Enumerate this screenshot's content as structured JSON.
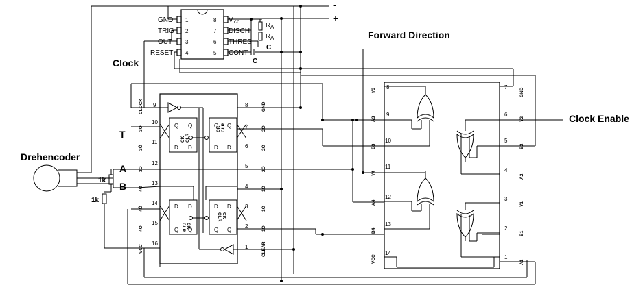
{
  "labels": {
    "minus": "-",
    "plus": "+",
    "clock": "Clock",
    "forward": "Forward Direction",
    "clock_enable": "Clock Enable",
    "encoder": "Drehencoder",
    "t": "T",
    "a": "A",
    "b": "B",
    "r1": "1k",
    "r2": "1k"
  },
  "timer555": {
    "pins": {
      "1": "GND",
      "2": "TRIG",
      "3": "OUT",
      "4": "RESET",
      "5": "CONT",
      "6": "THRES",
      "7": "DISCH",
      "8": "V"
    },
    "vcc_sub": "cc",
    "pin_numbers": [
      "1",
      "2",
      "3",
      "4",
      "5",
      "6",
      "7",
      "8"
    ],
    "ra1": "R",
    "ra2": "R",
    "ra_sub": "A",
    "c1": "C",
    "c2": "C"
  },
  "counter": {
    "left_pins": [
      {
        "num": "9",
        "name": "CLOCK"
      },
      {
        "num": "10",
        "name": "3O"
      },
      {
        "num": "11",
        "name": "3Ō"
      },
      {
        "num": "12",
        "name": "3O"
      },
      {
        "num": "13",
        "name": "4O"
      },
      {
        "num": "14",
        "name": "4Ō"
      },
      {
        "num": "15",
        "name": "4O"
      },
      {
        "num": "16",
        "name": "VCC"
      }
    ],
    "right_pins": [
      {
        "num": "8",
        "name": "GND"
      },
      {
        "num": "7",
        "name": "2O"
      },
      {
        "num": "6",
        "name": "2Ō"
      },
      {
        "num": "5",
        "name": "2O"
      },
      {
        "num": "4",
        "name": "1O"
      },
      {
        "num": "3",
        "name": "1Ō"
      },
      {
        "num": "2",
        "name": "1O"
      },
      {
        "num": "1",
        "name": "CLEAR"
      }
    ],
    "ff": {
      "q": "Q",
      "qbar": "Q",
      "d": "D",
      "ck": "CK",
      "clr": "CLR"
    }
  },
  "xor": {
    "left_pins": [
      {
        "num": "8",
        "name": "Y3"
      },
      {
        "num": "9",
        "name": "A3"
      },
      {
        "num": "10",
        "name": "B3"
      },
      {
        "num": "11",
        "name": "Y4"
      },
      {
        "num": "12",
        "name": "A4"
      },
      {
        "num": "13",
        "name": "B4"
      },
      {
        "num": "14",
        "name": "VCC"
      }
    ],
    "right_pins": [
      {
        "num": "7",
        "name": "GND"
      },
      {
        "num": "6",
        "name": "Y2"
      },
      {
        "num": "5",
        "name": "B2"
      },
      {
        "num": "4",
        "name": "A2"
      },
      {
        "num": "3",
        "name": "Y1"
      },
      {
        "num": "2",
        "name": "B1"
      },
      {
        "num": "1",
        "name": "A1"
      }
    ]
  }
}
